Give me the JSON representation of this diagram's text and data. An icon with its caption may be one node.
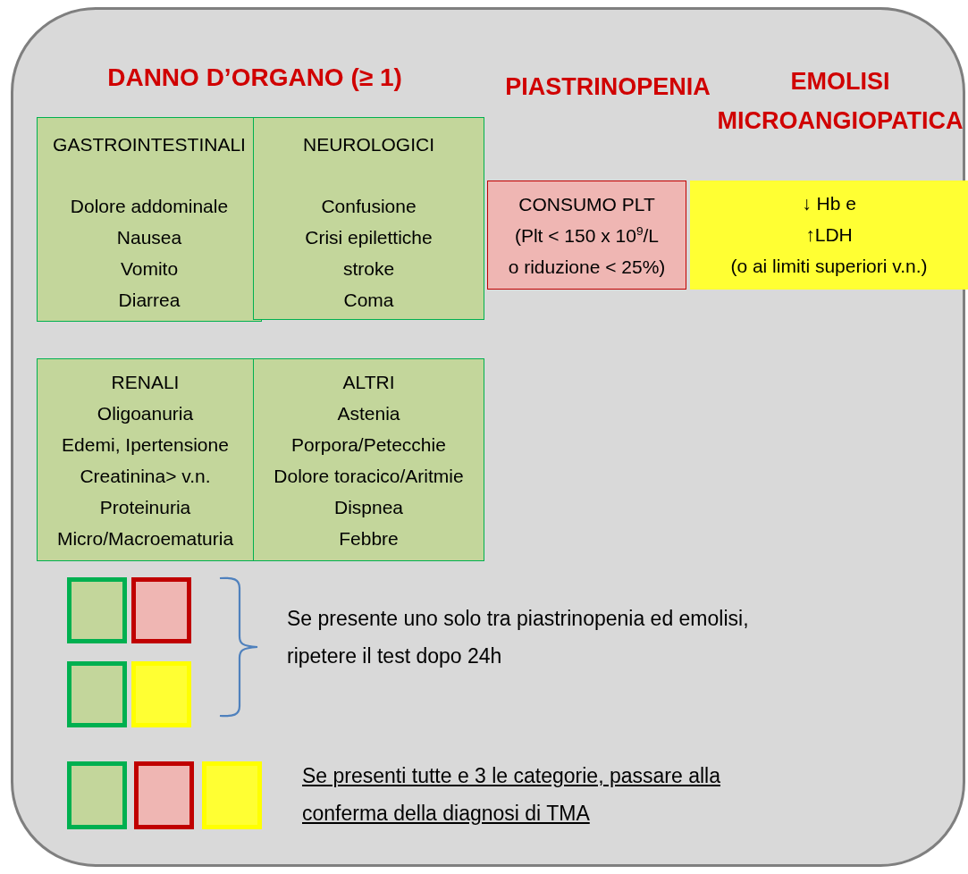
{
  "diagram": {
    "nodes": [
      {
        "text": [],
        "shape": "box"
      },
      {
        "text": [
          "GASTROINTESTINALI",
          "Dolore addominale Nausea Vomito Diarrea"
        ],
        "in": 0
      },
      {
        "text": [
          "NEUROLOGICI",
          "Confusione Crisi epilettiche stroke Coma"
        ],
        "in": 0
      },
      {
        "text": [
          "CONSUMO PLT (Plt < 150 x 10$^{9}$/L o riduzione < 25%)"
        ],
        "in": 0
      },
      {
        "text": [
          "↓ Hb e ↑LDH (o ai limiti superiori v.n.)"
        ],
        "in": 0
      },
      {
        "text": [
          "RENALI",
          "Oligoanuria Edemi, Ipertensione Creatinina> v.n. Proteinuria Micro/Macroematuria"
        ],
        "in": 0
      },
      {
        "text": [
          "ALTRI",
          "Astenia Porpora/Petecchie Dolore toracico/Aritmie Dispnea Febbre"
        ],
        "in": 0
      },
      {
        "text": [],
        "shape": "box",
        "in": 0
      },
      {
        "text": [],
        "shape": "box",
        "in": 0
      },
      {
        "text": [],
        "shape": "box",
        "in": 0
      },
      {
        "text": [],
        "shape": "box",
        "in": 0
      },
      {
        "text": [],
        "shape": "box",
        "in": 0
      },
      {
        "text": [],
        "shape": "box",
        "in": 0
      },
      {
        "text": [],
        "shape": "box",
        "in": 0
      }
    ],
    "edges": [],
    "labels": [
      "DANNO D’ORGANO (≥ 1)",
      "PIASTRINOPENIA",
      "EMOLISI MICROANGIOPATICA",
      "Se presente uno solo tra piastrinopenia ed emolisi, ripetere il test dopo 24h",
      "Se presenti tutte e 3 le categorie, passare alla conferma della diagnosi di TMA"
    ]
  }
}
